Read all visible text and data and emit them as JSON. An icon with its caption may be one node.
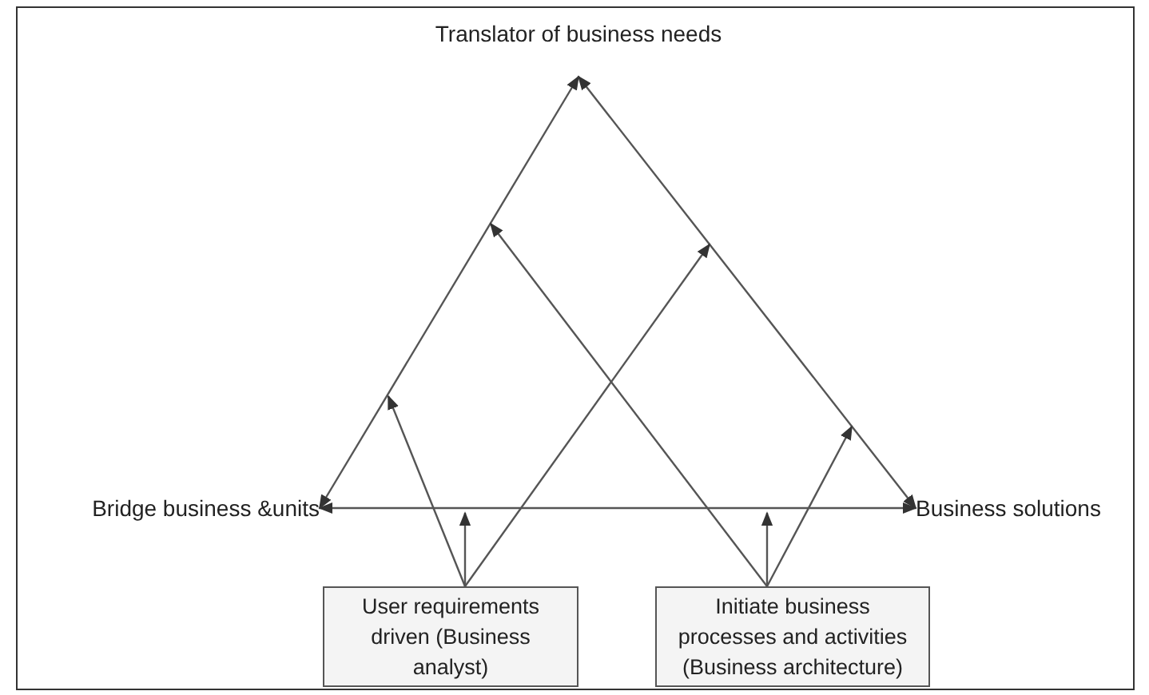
{
  "diagram": {
    "nodes": [
      {
        "text": [
          "Translator of business needs"
        ]
      },
      {
        "text": [
          "Bridge business &units"
        ]
      },
      {
        "text": [
          "Business solutions"
        ]
      },
      {
        "text": [
          "User requirements driven (Business analyst)"
        ]
      },
      {
        "text": [
          "Initiate  business processes and activities (Business architecture)"
        ]
      }
    ],
    "edges": [
      {
        "from": 1,
        "to": 0,
        "arrow": "both"
      },
      {
        "from": 0,
        "to": 2,
        "arrow": "both"
      },
      {
        "from": 1,
        "to": 2,
        "arrow": "both"
      },
      {
        "from": 3,
        "to": null,
        "arrow": "to"
      },
      {
        "from": 3,
        "to": null,
        "arrow": "to"
      },
      {
        "from": 3,
        "to": null,
        "arrow": "to"
      },
      {
        "from": 4,
        "to": null,
        "arrow": "to"
      },
      {
        "from": 4,
        "to": null,
        "arrow": "to"
      },
      {
        "from": 4,
        "to": null,
        "arrow": "to"
      }
    ]
  }
}
